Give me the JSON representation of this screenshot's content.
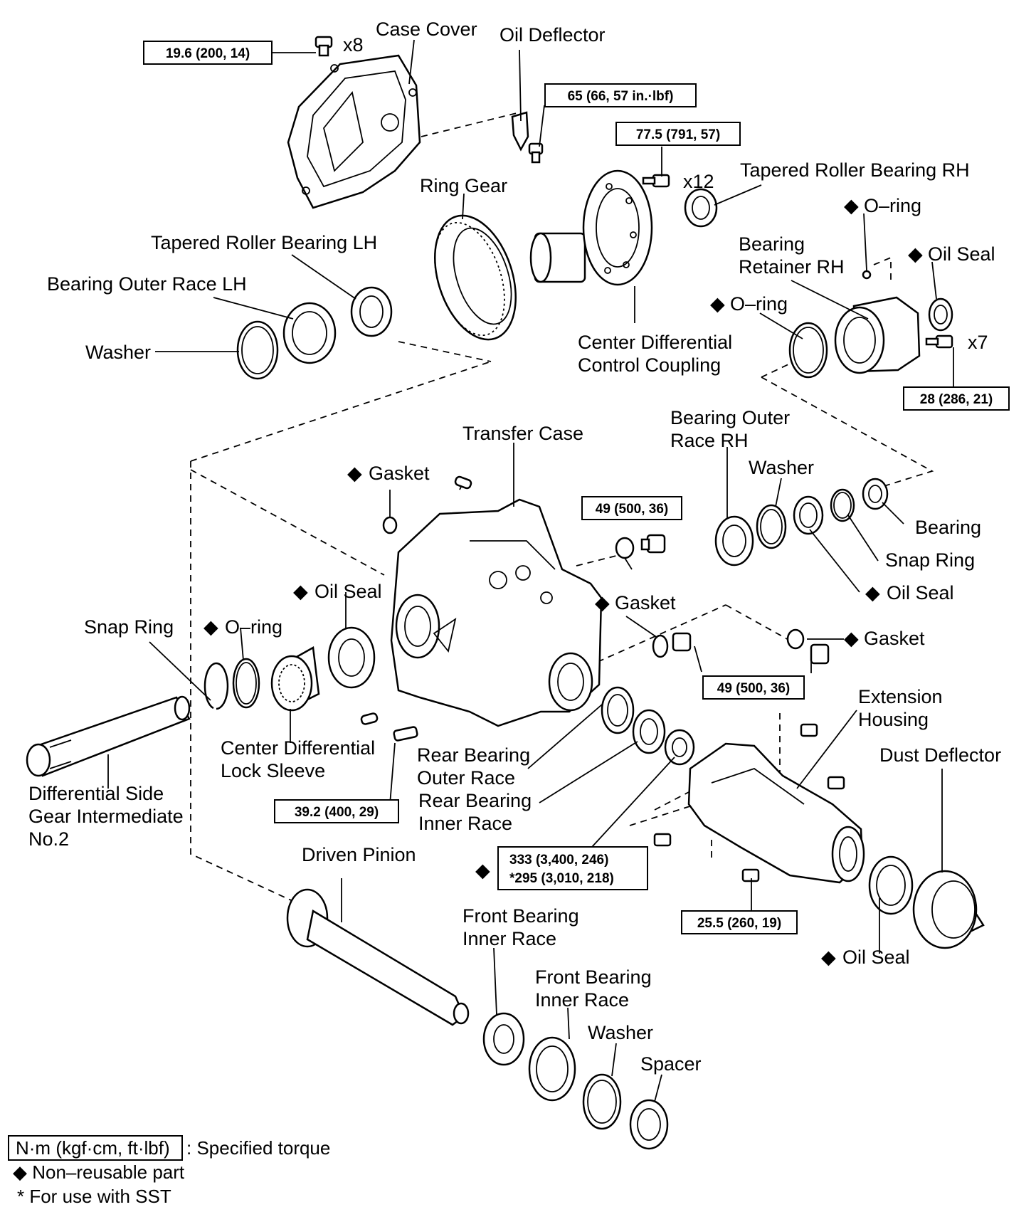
{
  "labels": {
    "case_cover": "Case Cover",
    "oil_deflector": "Oil Deflector",
    "tapered_roller_bearing_rh": "Tapered Roller Bearing RH",
    "ring_gear": "Ring Gear",
    "o_ring_top": "O–ring",
    "oil_seal_top": "Oil Seal",
    "bearing_retainer_rh_1": "Bearing",
    "bearing_retainer_rh_2": "Retainer RH",
    "tapered_roller_bearing_lh": "Tapered Roller Bearing LH",
    "bearing_outer_race_lh": "Bearing Outer Race LH",
    "washer_top": "Washer",
    "center_diff_control_coupling_1": "Center Differential",
    "center_diff_control_coupling_2": "Control Coupling",
    "o_ring_retainer": "O–ring",
    "transfer_case": "Transfer Case",
    "bearing_outer_race_rh_1": "Bearing Outer",
    "bearing_outer_race_rh_2": "Race RH",
    "washer_mid": "Washer",
    "gasket_top": "Gasket",
    "bearing": "Bearing",
    "snap_ring_right": "Snap Ring",
    "oil_seal_right": "Oil Seal",
    "oil_seal_left": "Oil Seal",
    "gasket_mid": "Gasket",
    "gasket_right": "Gasket",
    "snap_ring_left": "Snap Ring",
    "o_ring_left": "O–ring",
    "extension_housing_1": "Extension",
    "extension_housing_2": "Housing",
    "center_diff_lock_sleeve_1": "Center Differential",
    "center_diff_lock_sleeve_2": "Lock Sleeve",
    "rear_bearing_outer_race_1": "Rear Bearing",
    "rear_bearing_outer_race_2": "Outer Race",
    "rear_bearing_inner_race_1": "Rear Bearing",
    "rear_bearing_inner_race_2": "Inner Race",
    "dust_deflector": "Dust Deflector",
    "diff_side_gear_1": "Differential Side",
    "diff_side_gear_2": "Gear Intermediate",
    "diff_side_gear_3": "No.2",
    "driven_pinion": "Driven Pinion",
    "front_bearing_inner_race_a_1": "Front Bearing",
    "front_bearing_inner_race_a_2": "Inner Race",
    "front_bearing_inner_race_b_1": "Front Bearing",
    "front_bearing_inner_race_b_2": "Inner Race",
    "washer_bottom": "Washer",
    "spacer": "Spacer",
    "oil_seal_bottom": "Oil Seal"
  },
  "torques": {
    "case_cover_bolt": "19.6 (200, 14)",
    "oil_deflector_bolt": "65 (66, 57 in.·lbf)",
    "coupling_bolt": "77.5 (791, 57)",
    "retainer_bolt": "28 (286, 21)",
    "plug_top": "49 (500, 36)",
    "plug_right": "49 (500, 36)",
    "pin_bolt": "39.2 (400, 29)",
    "pinion_nut_1": "333 (3,400, 246)",
    "pinion_nut_2": "*295 (3,010, 218)",
    "extension_bolt": "25.5 (260, 19)"
  },
  "quantities": {
    "case_cover_bolts": "x8",
    "coupling_bolts": "x12",
    "retainer_bolts": "x7"
  },
  "markers": {
    "non_reusable": "◆"
  },
  "legend": {
    "torque_box": "N·m (kgf·cm, ft·lbf)",
    "torque_text": ": Specified torque",
    "non_reusable": "◆ Non–reusable part",
    "sst": "* For use with SST"
  }
}
